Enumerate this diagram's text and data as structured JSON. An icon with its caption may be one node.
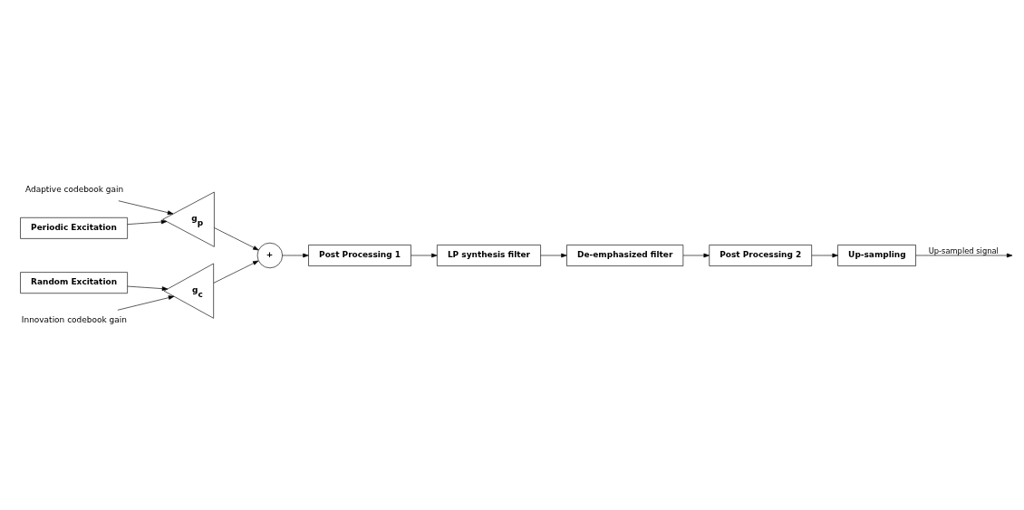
{
  "diagram": {
    "nodes": [
      {
        "text": [
          "Adaptive codebook gain"
        ]
      },
      {
        "text": [
          "Periodic Excitation"
        ]
      },
      {
        "text": [
          "g$_{p}$"
        ]
      },
      {
        "text": [
          "Innovation codebook gain"
        ]
      },
      {
        "text": [
          "Random Excitation"
        ]
      },
      {
        "text": [
          "g$_{c}$"
        ]
      },
      {
        "text": [
          "+"
        ]
      },
      {
        "text": [
          "Post Processing 1"
        ]
      },
      {
        "text": [
          "LP synthesis filter"
        ]
      },
      {
        "text": [
          "De-emphasized filter"
        ]
      },
      {
        "text": [
          "Post Processing 2"
        ]
      },
      {
        "text": [
          "Up-sampling"
        ]
      }
    ],
    "edges": [
      {
        "from": 0,
        "to": 2,
        "arrow": "to"
      },
      {
        "from": 1,
        "to": 2,
        "arrow": "to"
      },
      {
        "from": 2,
        "to": 6,
        "arrow": "to"
      },
      {
        "from": 3,
        "to": 5,
        "arrow": "to"
      },
      {
        "from": 4,
        "to": 5,
        "arrow": "to"
      },
      {
        "from": 5,
        "to": 6,
        "arrow": "to"
      },
      {
        "from": 6,
        "to": 7,
        "arrow": "to"
      },
      {
        "from": 7,
        "to": 8,
        "arrow": "to"
      },
      {
        "from": 8,
        "to": 9,
        "arrow": "to"
      },
      {
        "from": 9,
        "to": 10,
        "arrow": "to"
      },
      {
        "from": 10,
        "to": 11,
        "arrow": "to"
      },
      {
        "from": 11,
        "to": null,
        "arrow": "to",
        "label": "Up-sampled signal"
      }
    ]
  }
}
